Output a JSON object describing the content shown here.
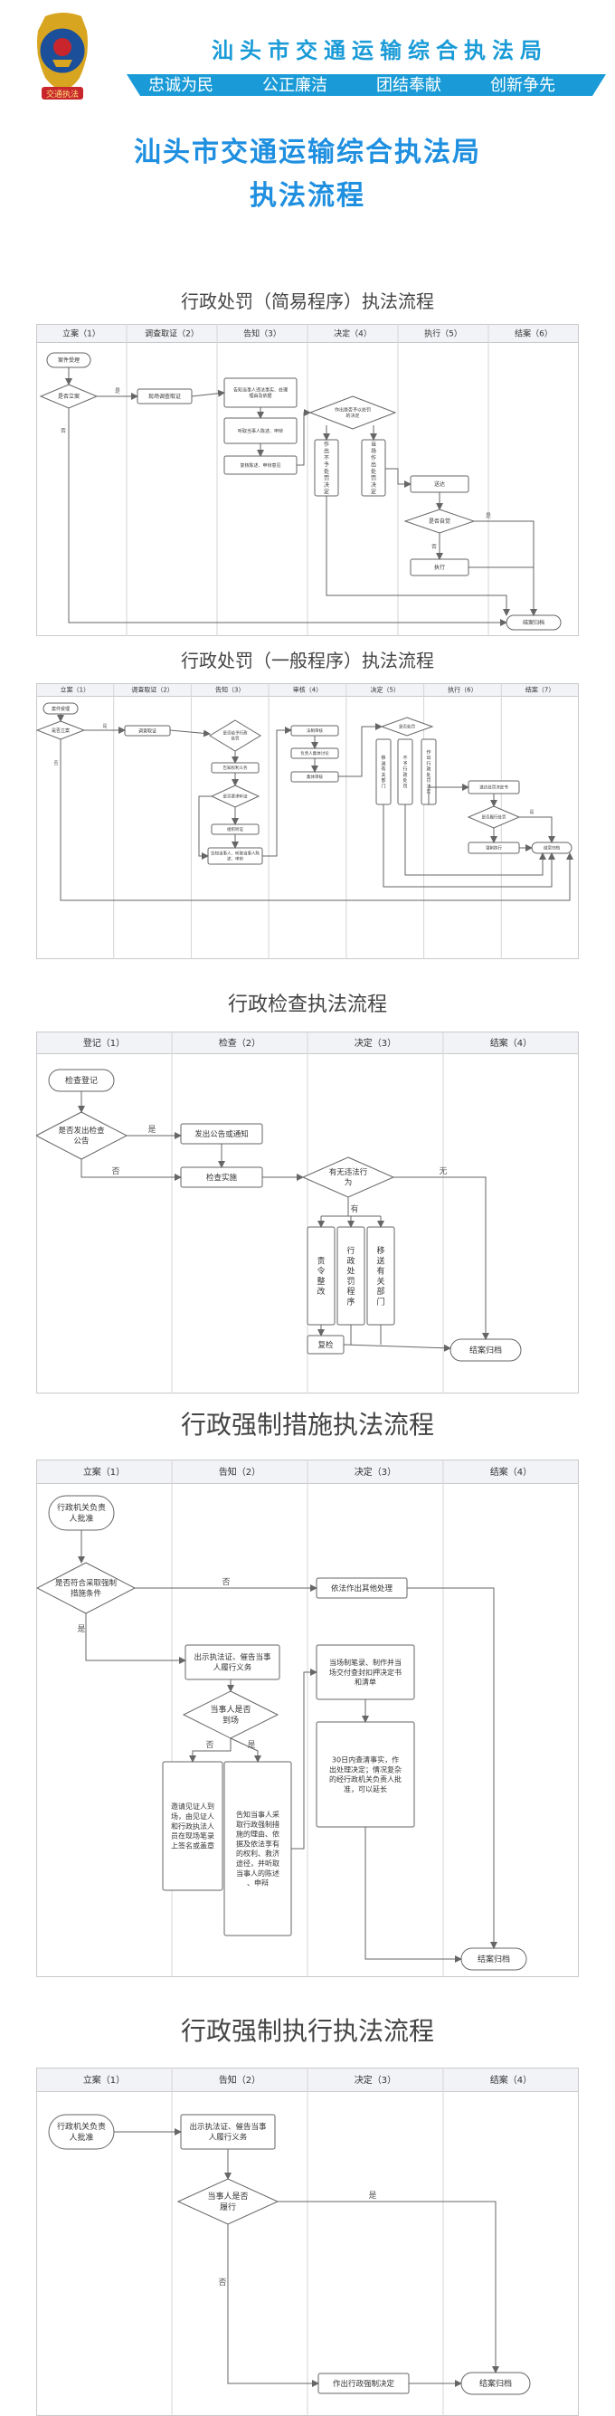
{
  "header": {
    "org_name": "汕头市交通运输综合执法局",
    "slogans": [
      "忠诚为民",
      "公正廉洁",
      "团结奉献",
      "创新争先"
    ],
    "badge_text": "交通执法"
  },
  "page_title_lines": [
    "汕头市交通运输综合执法局",
    "执法流程"
  ],
  "colors": {
    "blue": "#1f8fe0",
    "header_bg": "#f1f3f6",
    "line": "#666666",
    "box": "#ffffff",
    "banner_bar": "#1a9bd7",
    "gold": "#d8a520",
    "red": "#c8262c"
  },
  "sections": [
    {
      "title": "行政处罚（简易程序）执法流程",
      "columns": [
        "立案（1）",
        "调查取证（2）",
        "告知（3）",
        "决定（4）",
        "执行（5）",
        "结案（6）"
      ],
      "nodes": [
        "案件受理",
        "是否立案",
        "现场调查取证",
        "告知当事人违法事实、处理理由及依据",
        "听取当事人陈述、申辩",
        "复核陈述、申辩意见",
        "作出是否予以处罚的决定",
        "作出不予处罚决定",
        "当场作出处罚决定",
        "送达",
        "是否自觉",
        "执行",
        "结案归档"
      ],
      "labels": [
        "否",
        "是"
      ]
    },
    {
      "title": "行政处罚（一般程序）执法流程",
      "columns": [
        "立案（1）",
        "调查取证（2）",
        "告知（3）",
        "审核（4）",
        "决定（5）",
        "执行（6）",
        "结案（7）"
      ],
      "nodes": [
        "案件受理",
        "是否立案",
        "调查取证",
        "是否给予行政处罚",
        "告知权利义务",
        "是否要求听证",
        "组织听证",
        "告知当事人、听取当事人陈述、申辩",
        "法制审核",
        "负责人集体讨论",
        "集体审核",
        "是否处罚",
        "移送有关部门",
        "不予行政处罚",
        "作出行政处罚决定",
        "送达处罚决定书",
        "是否履行处罚",
        "强制执行",
        "结案归档"
      ],
      "labels": [
        "是",
        "否"
      ]
    },
    {
      "title": "行政检查执法流程",
      "columns": [
        "登记（1）",
        "检查（2）",
        "决定（3）",
        "结案（4）"
      ],
      "nodes": [
        "检查登记",
        "是否发出检查公告",
        "发出公告或通知",
        "检查实施",
        "有无违法行为",
        "责令整改",
        "行政处罚程序",
        "移送有关部门",
        "复检",
        "结案归档"
      ],
      "labels": [
        "是",
        "否",
        "无",
        "有"
      ]
    },
    {
      "title": "行政强制措施执法流程",
      "columns": [
        "立案（1）",
        "告知（2）",
        "决定（3）",
        "结案（4）"
      ],
      "nodes": [
        "行政机关负责人批准",
        "是否符合采取强制措施条件",
        "依法作出其他处理",
        "出示执法证、催告当事人履行义务",
        "当事人是否到场",
        "邀请见证人到场，由见证人和行政执法人员在现场笔录上签名或盖章",
        "告知当事人采取行政强制措施的理由、依据及依法享有的权利、救济途径，并听取当事人的陈述、申辩",
        "当场制笔录、制作并当场交付查封扣押决定书和清单",
        "30日内查清事实，作出处理决定；情况复杂的经行政机关负责人批准，可以延长",
        "结案归档"
      ],
      "labels": [
        "否",
        "是",
        "否",
        "是"
      ]
    },
    {
      "title": "行政强制执行执法流程",
      "columns": [
        "立案（1）",
        "告知（2）",
        "决定（3）",
        "结案（4）"
      ],
      "nodes": [
        "行政机关负责人批准",
        "出示执法证、催告当事人履行义务",
        "当事人是否履行",
        "作出行政强制决定",
        "结案归档"
      ],
      "labels": [
        "是",
        "否"
      ]
    }
  ]
}
